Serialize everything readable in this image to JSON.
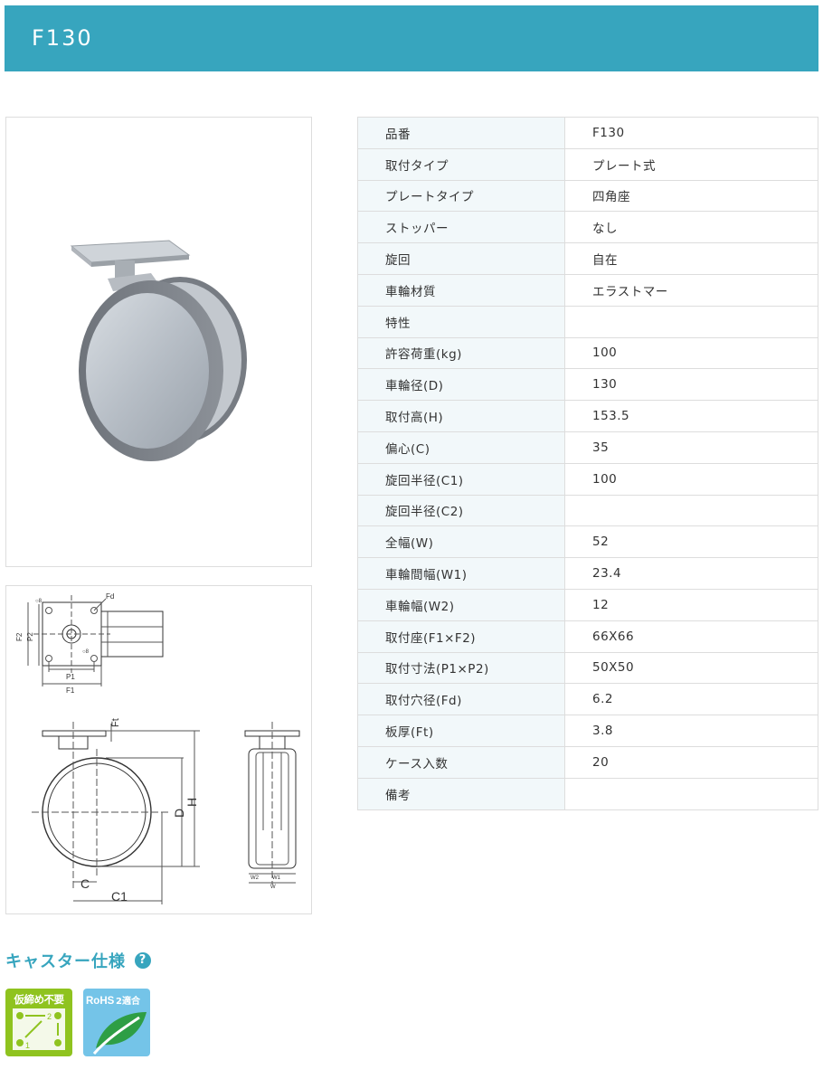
{
  "page": {
    "title": "F130"
  },
  "spec_rows": [
    {
      "label": "品番",
      "value": "F130"
    },
    {
      "label": "取付タイプ",
      "value": "プレート式"
    },
    {
      "label": "プレートタイプ",
      "value": "四角座"
    },
    {
      "label": "ストッパー",
      "value": "なし"
    },
    {
      "label": "旋回",
      "value": "自在"
    },
    {
      "label": "車輪材質",
      "value": "エラストマー"
    },
    {
      "label": "特性",
      "value": ""
    },
    {
      "label": "許容荷重(kg)",
      "value": "100"
    },
    {
      "label": "車輪径(D)",
      "value": "130"
    },
    {
      "label": "取付高(H)",
      "value": "153.5"
    },
    {
      "label": "偏心(C)",
      "value": "35"
    },
    {
      "label": "旋回半径(C1)",
      "value": "100"
    },
    {
      "label": "旋回半径(C2)",
      "value": ""
    },
    {
      "label": "全幅(W)",
      "value": "52"
    },
    {
      "label": "車輪間幅(W1)",
      "value": "23.4"
    },
    {
      "label": "車輪幅(W2)",
      "value": "12"
    },
    {
      "label": "取付座(F1×F2)",
      "value": "66X66"
    },
    {
      "label": "取付寸法(P1×P2)",
      "value": "50X50"
    },
    {
      "label": "取付穴径(Fd)",
      "value": "6.2"
    },
    {
      "label": "板厚(Ft)",
      "value": "3.8"
    },
    {
      "label": "ケース入数",
      "value": "20"
    },
    {
      "label": "備考",
      "value": ""
    }
  ],
  "drawing": {
    "labels": {
      "f2": "F2",
      "p2": "P2",
      "p1": "P1",
      "f1": "F1",
      "fd": "Fd",
      "hole": "○8",
      "ft": "Ft",
      "d": "D",
      "h": "H",
      "c": "C",
      "c1": "C1",
      "w2": "W2",
      "w1": "W1",
      "w": "W"
    }
  },
  "caster_spec": {
    "heading": "キャスター仕様",
    "help_icon": "?"
  },
  "badges": [
    {
      "name": "仮締め不要",
      "color": "#8fc31f",
      "icon": "bolt-order-icon",
      "digit1": "1",
      "digit2": "2"
    },
    {
      "name": "RoHS",
      "suffix": "2適合",
      "color": "#74c4e8",
      "icon": "leaf-icon"
    }
  ]
}
